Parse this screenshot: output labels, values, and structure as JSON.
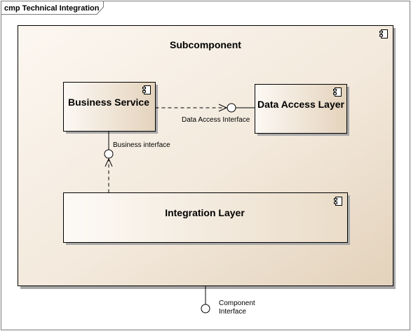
{
  "frame": {
    "label": "cmp Technical Integration"
  },
  "subcomponent": {
    "name": "Subcomponent"
  },
  "components": {
    "business_service": "Business Service",
    "data_access_layer": "Data Access Layer",
    "integration_layer": "Integration Layer"
  },
  "interfaces": {
    "data_access": "Data Access Interface",
    "business": "Business interface",
    "component_line1": "Component",
    "component_line2": "Interface"
  },
  "colors": {
    "fill_light": "#fbf5ef",
    "fill_dark": "#e5d5bd",
    "stroke": "#000000",
    "shadow": "#9a9a9a"
  },
  "icons": {
    "component": "uml-component-icon",
    "interface": "lollipop-interface-icon"
  }
}
